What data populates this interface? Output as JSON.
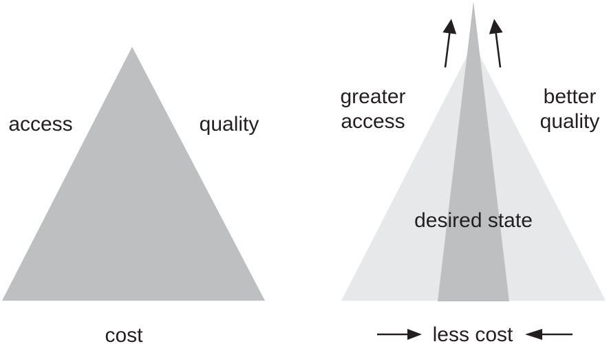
{
  "colors": {
    "triangle_gray": "#bdbfc1",
    "light_gray": "#e7e8e9",
    "ink": "#231f20",
    "background": "#ffffff"
  },
  "left_diagram": {
    "access_label": "access",
    "quality_label": "quality",
    "cost_label": "cost"
  },
  "right_diagram": {
    "greater_access": {
      "line1": "greater",
      "line2": "access"
    },
    "better_quality": {
      "line1": "better",
      "line2": "quality"
    },
    "desired_state_label": "desired state",
    "less_cost_label": "less cost"
  }
}
